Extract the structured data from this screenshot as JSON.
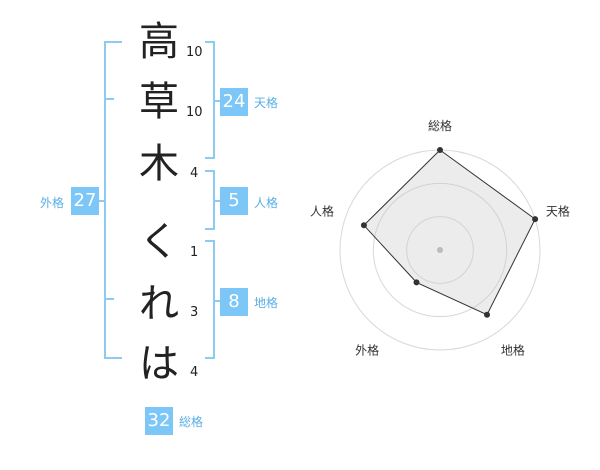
{
  "colors": {
    "accent": "#7cc7f7",
    "label": "#5aaee6",
    "bracket": "#8ecbf2",
    "text": "#222222"
  },
  "name": {
    "chars": [
      {
        "char": "高",
        "strokes": "10"
      },
      {
        "char": "草",
        "strokes": "10"
      },
      {
        "char": "木",
        "strokes": "4"
      },
      {
        "char": "く",
        "strokes": "1"
      },
      {
        "char": "れ",
        "strokes": "3"
      },
      {
        "char": "は",
        "strokes": "4"
      }
    ]
  },
  "fortune": {
    "tenkaku": {
      "value": "24",
      "label": "天格"
    },
    "jinkaku": {
      "value": "5",
      "label": "人格"
    },
    "chikaku": {
      "value": "8",
      "label": "地格"
    },
    "gaikaku": {
      "value": "27",
      "label": "外格"
    },
    "soukaku": {
      "value": "32",
      "label": "総格"
    }
  },
  "chart_data": {
    "type": "radar",
    "axes": [
      "総格",
      "天格",
      "地格",
      "外格",
      "人格"
    ],
    "values": [
      5,
      5,
      4,
      2,
      4
    ],
    "max": 5,
    "rings": 3
  }
}
